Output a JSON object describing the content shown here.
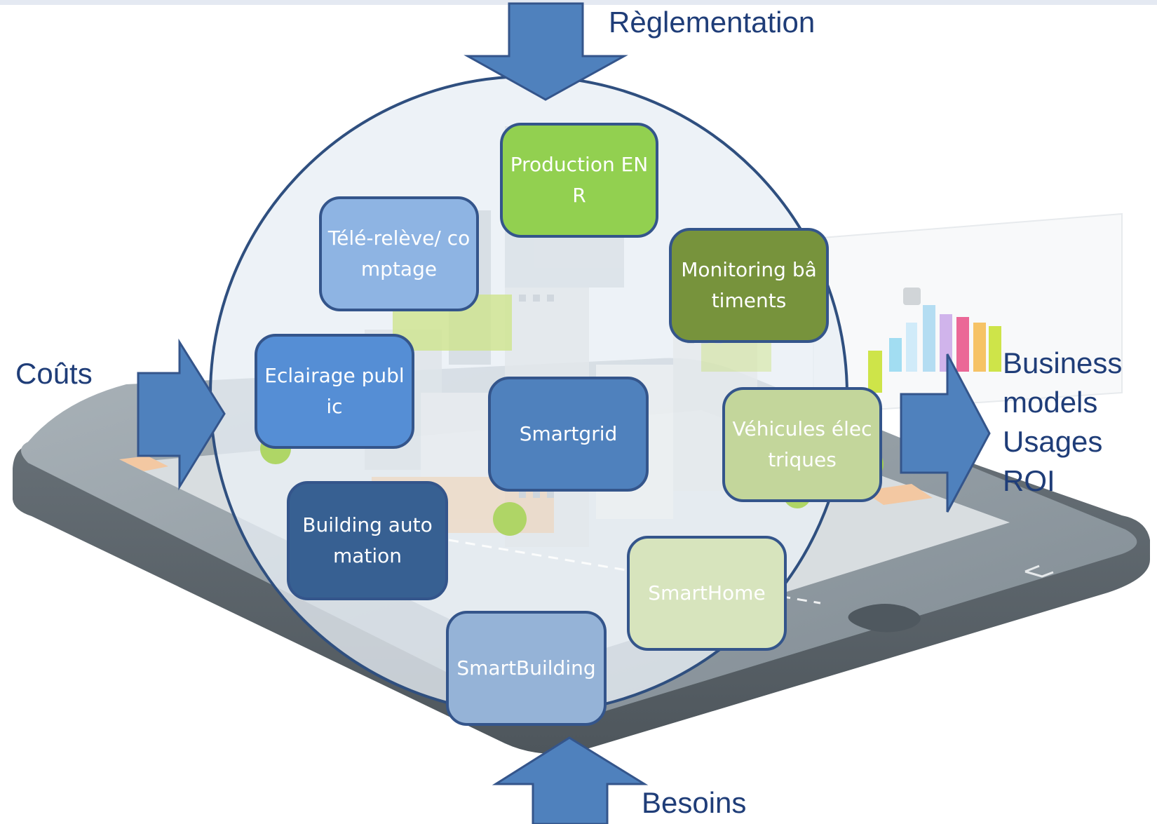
{
  "labels": {
    "top": "Règlementation",
    "left": "Coûts",
    "right_lines": [
      "Business",
      "models",
      "Usages",
      "ROI"
    ],
    "bottom": "Besoins"
  },
  "boxes": [
    {
      "id": "production-enr",
      "text": "Production ENR",
      "fill": "#92d050",
      "color": "#ffffff"
    },
    {
      "id": "tele-releve",
      "text": "Télé-relève/ comptage",
      "fill": "#8eb4e3",
      "color": "#ffffff"
    },
    {
      "id": "monitoring-batiments",
      "text": "Monitoring bâtiments",
      "fill": "#77933c",
      "color": "#ffffff"
    },
    {
      "id": "eclairage-public",
      "text": "Eclairage public",
      "fill": "#558ed5",
      "color": "#ffffff"
    },
    {
      "id": "smartgrid",
      "text": "Smartgrid",
      "fill": "#4f81bd",
      "color": "#ffffff"
    },
    {
      "id": "vehicules-electriques",
      "text": "Véhicules électriques",
      "fill": "#c3d69b",
      "color": "#ffffff"
    },
    {
      "id": "building-automation",
      "text": "Building automation",
      "fill": "#376092",
      "color": "#ffffff"
    },
    {
      "id": "smarthome",
      "text": "SmartHome",
      "fill": "#d7e4bd",
      "color": "#ffffff"
    },
    {
      "id": "smartbuilding",
      "text": "SmartBuilding",
      "fill": "#95b3d7",
      "color": "#ffffff"
    }
  ],
  "colors": {
    "arrow_fill": "#4f81bd",
    "arrow_stroke": "#34558b",
    "circle_stroke": "#2f4f7f",
    "label_text": "#1f3d78"
  }
}
